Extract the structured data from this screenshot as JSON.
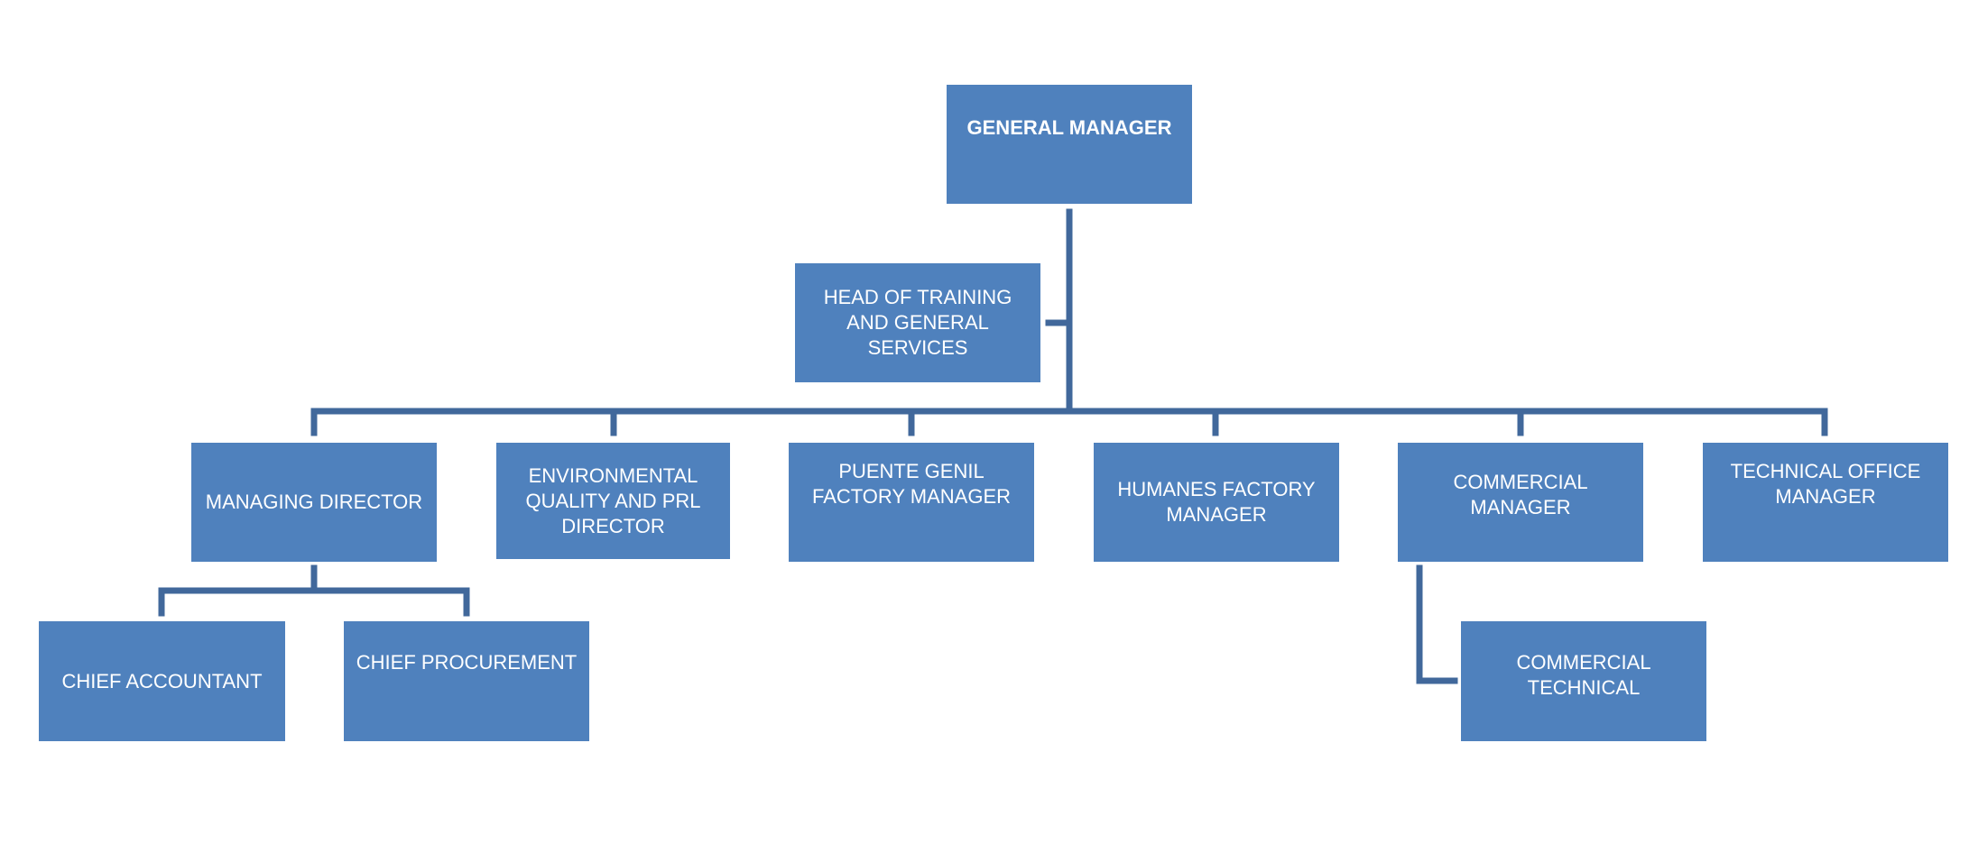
{
  "chart": {
    "root": {
      "label": "GENERAL MANAGER"
    },
    "assistant": {
      "label": "HEAD OF TRAINING AND GENERAL SERVICES"
    },
    "level1": [
      {
        "label": "MANAGING DIRECTOR"
      },
      {
        "label": "ENVIRONMENTAL QUALITY AND PRL DIRECTOR"
      },
      {
        "label": "PUENTE GENIL FACTORY MANAGER"
      },
      {
        "label": "HUMANES FACTORY MANAGER"
      },
      {
        "label": "COMMERCIAL MANAGER"
      },
      {
        "label": "TECHNICAL OFFICE MANAGER"
      }
    ],
    "level2": [
      {
        "label": "CHIEF ACCOUNTANT"
      },
      {
        "label": "CHIEF PROCUREMENT"
      },
      {
        "label": "COMMERCIAL TECHNICAL"
      }
    ]
  },
  "colors": {
    "box_fill": "#4f81bd",
    "box_text": "#ffffff",
    "connector": "#41689b"
  }
}
